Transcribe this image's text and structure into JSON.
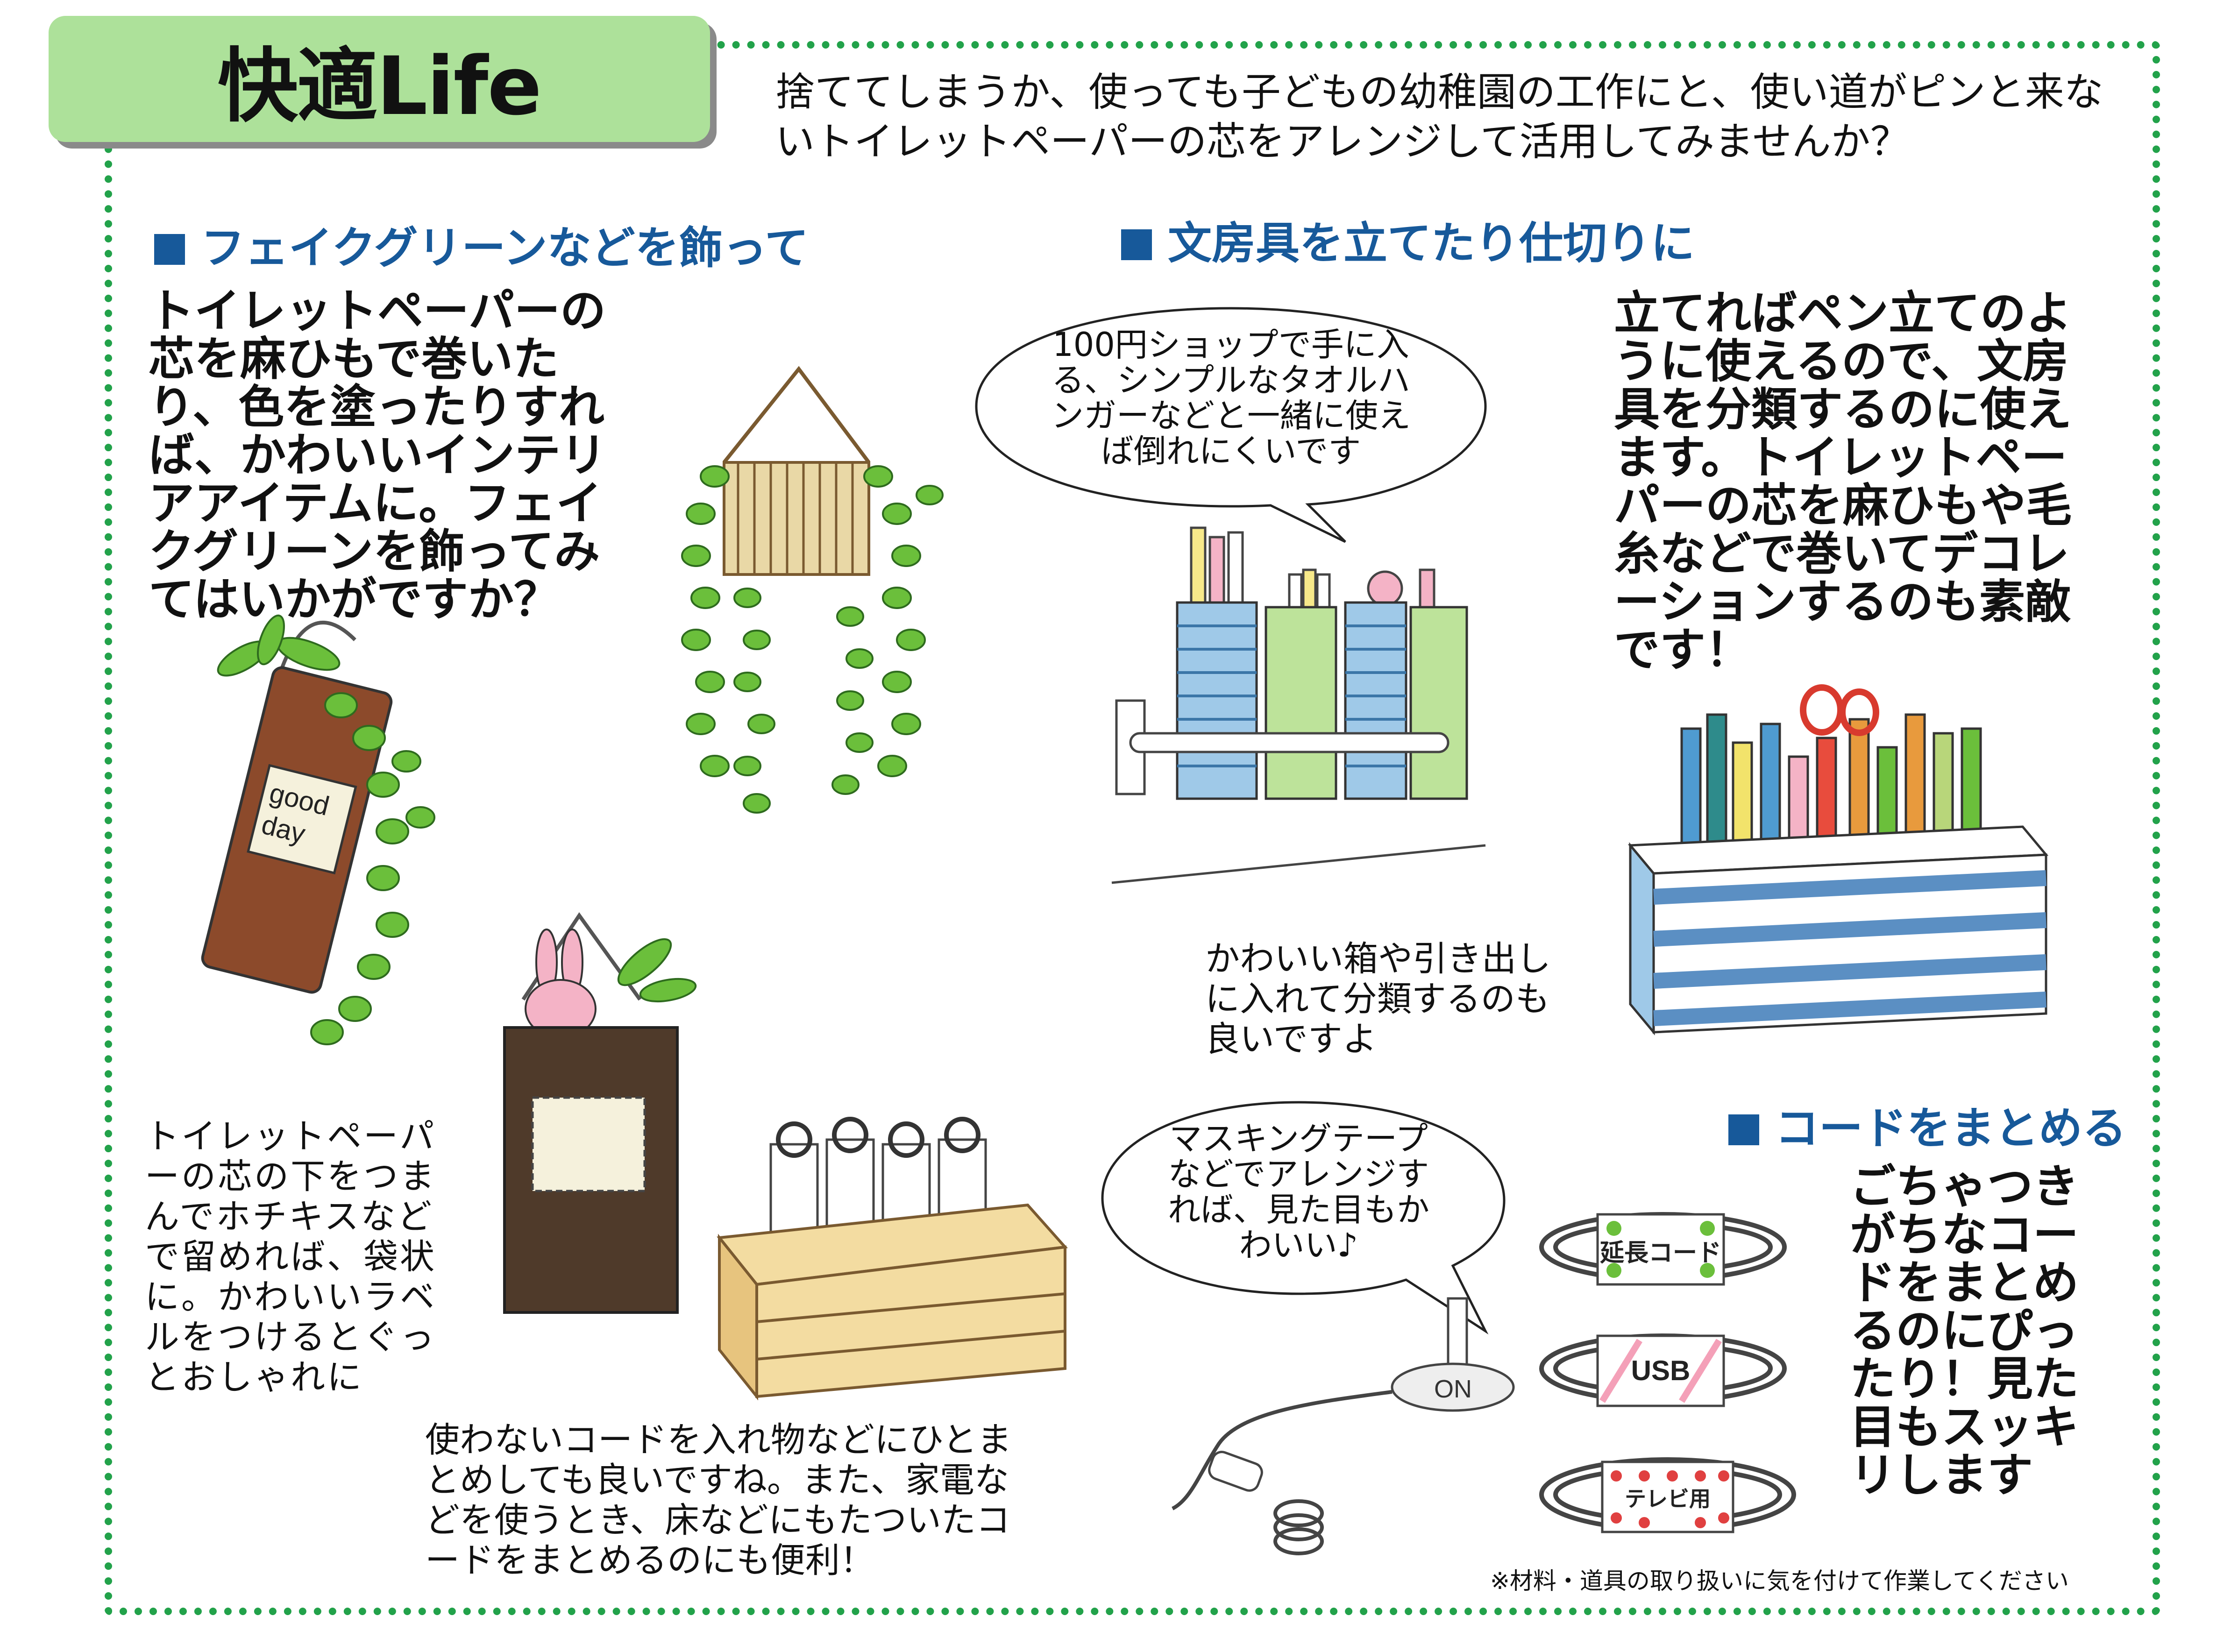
{
  "title": "快適Life",
  "intro": "捨ててしまうか、使っても子どもの幼稚園の工作にと、使い道がピンと来ないトイレットペーパーの芯をアレンジして活用してみませんか？",
  "sections": [
    {
      "heading": "フェイクグリーンなどを飾って",
      "body": "トイレットペーパーの芯を麻ひもで巻いたり、色を塗ったりすれば、かわいいインテリアアイテムに。フェイクグリーンを飾ってみてはいかがですか？",
      "label_text": "good day",
      "caption": "トイレットペーパーの芯の下をつまんでホチキスなどで留めれば、袋状に。かわいいラベルをつけるとぐっとおしゃれに"
    },
    {
      "heading": "文房具を立てたり仕切りに",
      "bubble": "100円ショップで手に入る、シンプルなタオルハンガーなどと一緒に使えば倒れにくいです",
      "body": "立てればペン立てのように使えるので、文房具を分類するのに使えます。トイレットペーパーの芯を麻ひもや毛糸などで巻いてデコレーションするのも素敵です！",
      "caption": "かわいい箱や引き出しに入れて分類するのも良いですよ"
    },
    {
      "heading": "コードをまとめる",
      "bubble": "マスキングテープなどでアレンジすれば、見た目もかわいい♪",
      "body": "ごちゃつきがちなコードをまとめるのにぴったり！見た目もスッキリします",
      "cord_labels": [
        "延長コード",
        "USB",
        "テレビ用"
      ],
      "lamp_text": "ON",
      "caption": "使わないコードを入れ物などにひとまとめしても良いですね。また、家電などを使うとき、床などにもたついたコードをまとめるのにも便利！"
    }
  ],
  "footnote": "※材料・道具の取り扱いに気を付けて作業してください",
  "colors": {
    "accent_green": "#22a24a",
    "title_bg": "#ade19a",
    "heading_blue": "#17599a"
  }
}
